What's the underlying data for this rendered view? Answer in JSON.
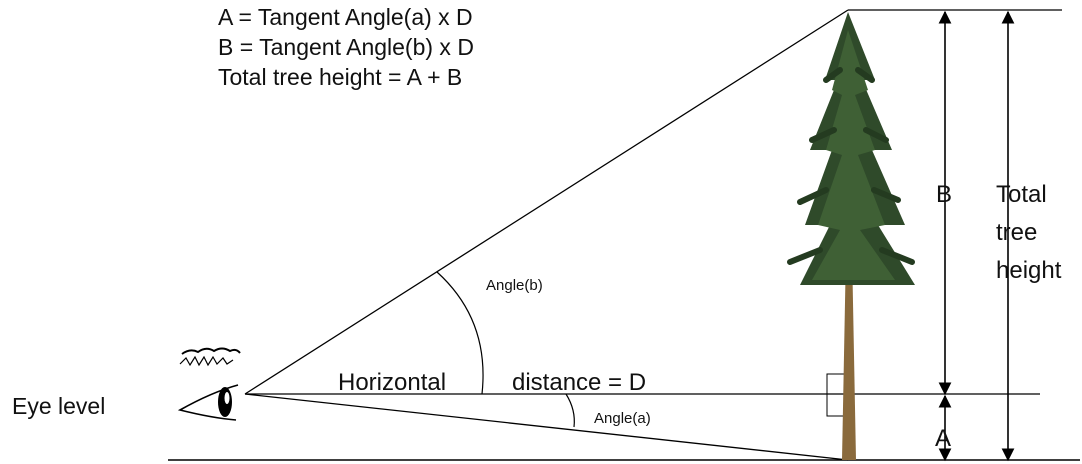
{
  "formulas": {
    "line1": "A = Tangent Angle(a) x D",
    "line2": "B = Tangent Angle(b) x D",
    "line3": "Total tree height = A + B"
  },
  "labels": {
    "eye_level": "Eye level",
    "horizontal": "Horizontal",
    "distance": "distance = D",
    "angle_b": "Angle(b)",
    "angle_a": "Angle(a)",
    "b": "B",
    "a": "A",
    "total_1": "Total",
    "total_2": "tree",
    "total_3": "height"
  },
  "icons": {
    "eye": "eye-icon",
    "tree": "pine-tree-icon"
  },
  "colors": {
    "lines": "#000000",
    "foliage": "#2f4a2a",
    "trunk": "#8a6a3c"
  }
}
